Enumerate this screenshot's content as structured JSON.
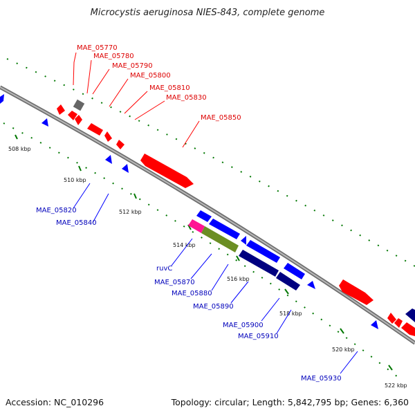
{
  "title": "Microcystis aeruginosa NIES-843, complete genome",
  "footer": {
    "accession": "Accession: NC_010296",
    "summary": "Topology: circular; Length: 5,842,795 bp; Genes: 6,360"
  },
  "colors": {
    "backbone": "#8a8a8a",
    "forward": "#ff0000",
    "forward_label": "#dd0000",
    "reverse": "#0000ff",
    "reverse_label": "#0000bb",
    "navy": "#000080",
    "olive": "#6b8e23",
    "pink": "#ff1493",
    "gray": "#666666",
    "tick": "#007700"
  },
  "kbp_labels": [
    "508 kbp",
    "510 kbp",
    "512 kbp",
    "514 kbp",
    "516 kbp",
    "518 kbp",
    "520 kbp",
    "522 kbp"
  ],
  "gene_labels_top": [
    "MAE_05770",
    "MAE_05780",
    "MAE_05790",
    "MAE_05800",
    "MAE_05810",
    "MAE_05830",
    "MAE_05850"
  ],
  "gene_labels_bottom": [
    "MAE_05820",
    "MAE_05840",
    "ruvC",
    "MAE_05870",
    "MAE_05880",
    "MAE_05890",
    "MAE_05900",
    "MAE_05910",
    "MAE_05930"
  ]
}
